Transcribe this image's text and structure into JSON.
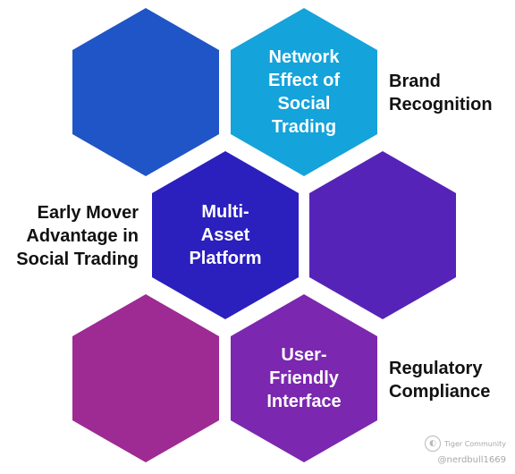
{
  "colors": {
    "hex1": "#1F55C6",
    "hex2": "#14A3DA",
    "hex3": "#2B1FBE",
    "hex4": "#5623B8",
    "hex5": "#9D2B93",
    "hex6": "#7B27AF",
    "text_dark": "#111111"
  },
  "hexagons": [
    {
      "id": "hex-1",
      "label": ""
    },
    {
      "id": "hex-2",
      "label": "Network\nEffect of\nSocial\nTrading"
    },
    {
      "id": "hex-3",
      "label": "Multi-\nAsset\nPlatform"
    },
    {
      "id": "hex-4",
      "label": ""
    },
    {
      "id": "hex-5",
      "label": ""
    },
    {
      "id": "hex-6",
      "label": "User-\nFriendly\nInterface"
    }
  ],
  "side_labels": {
    "brand": "Brand\nRecognition",
    "early_mover": "Early Mover\nAdvantage in\nSocial Trading",
    "regulatory": "Regulatory\nCompliance"
  },
  "watermark": {
    "brand": "Tiger Community",
    "handle": "@nerdbull1669"
  }
}
